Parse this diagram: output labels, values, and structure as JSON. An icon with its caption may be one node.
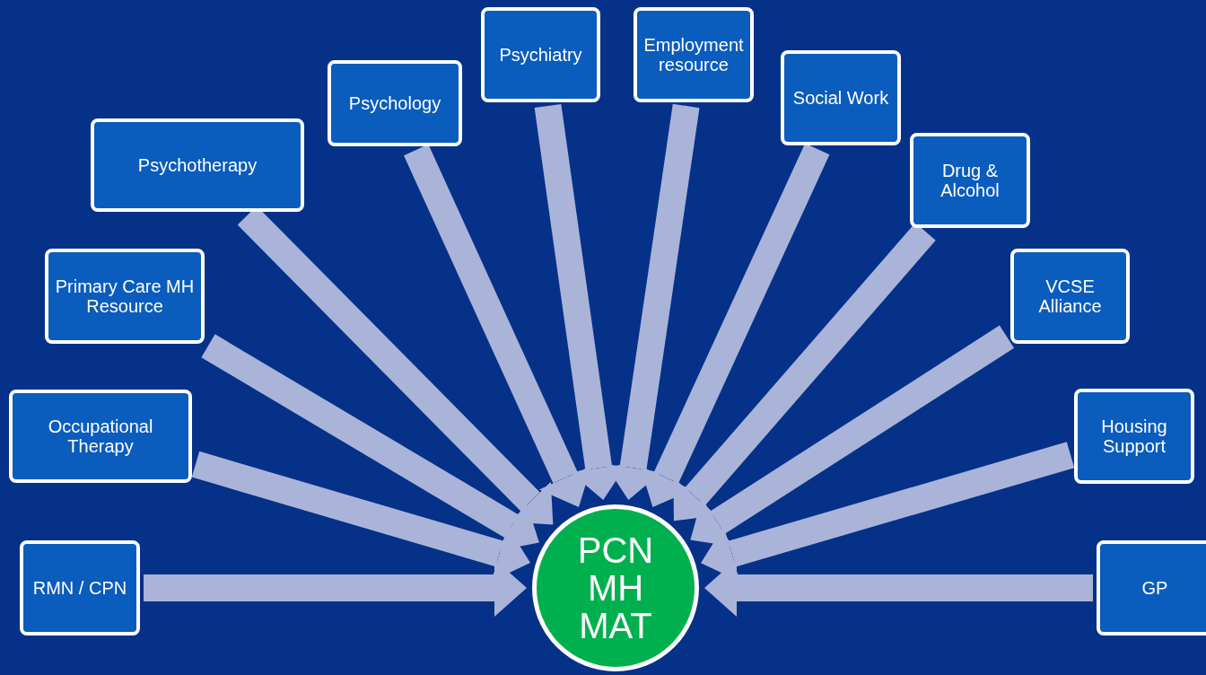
{
  "diagram": {
    "nodes": [
      {
        "text": [
          "RMN / CPN"
        ]
      },
      {
        "text": [
          "Occupational Therapy"
        ]
      },
      {
        "text": [
          "Primary Care MH Resource"
        ]
      },
      {
        "text": [
          "Psychotherapy"
        ]
      },
      {
        "text": [
          "Psychology"
        ]
      },
      {
        "text": [
          "Psychiatry"
        ]
      },
      {
        "text": [
          "Employment resource"
        ]
      },
      {
        "text": [
          "Social Work"
        ]
      },
      {
        "text": [
          "Drug & Alcohol"
        ]
      },
      {
        "text": [
          "VCSE Alliance"
        ]
      },
      {
        "text": [
          "Housing Support"
        ]
      },
      {
        "text": [
          "GP"
        ]
      },
      {
        "text": [
          "PCN MH MAT"
        ]
      }
    ],
    "edges": [
      {
        "from": 0,
        "to": 12,
        "arrow": "to"
      },
      {
        "from": 1,
        "to": 12,
        "arrow": "to"
      },
      {
        "from": 2,
        "to": 12,
        "arrow": "to"
      },
      {
        "from": 3,
        "to": 12,
        "arrow": "to"
      },
      {
        "from": 4,
        "to": 12,
        "arrow": "to"
      },
      {
        "from": 5,
        "to": 12,
        "arrow": "to"
      },
      {
        "from": 6,
        "to": 12,
        "arrow": "to"
      },
      {
        "from": 7,
        "to": 12,
        "arrow": "to"
      },
      {
        "from": 8,
        "to": 12,
        "arrow": "to"
      },
      {
        "from": 9,
        "to": 12,
        "arrow": "to"
      },
      {
        "from": 10,
        "to": 12,
        "arrow": "to"
      },
      {
        "from": 11,
        "to": 12,
        "arrow": "to"
      }
    ]
  }
}
